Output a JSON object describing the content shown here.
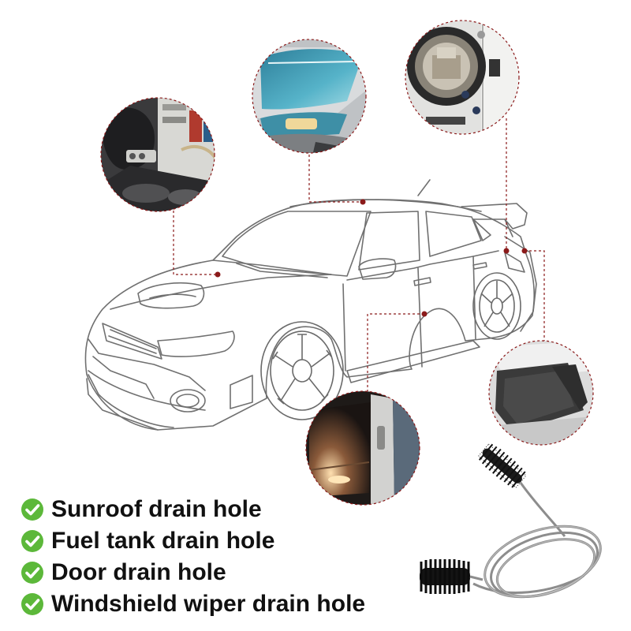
{
  "features": [
    {
      "label": "Sunroof drain hole"
    },
    {
      "label": "Fuel tank drain hole"
    },
    {
      "label": "Door drain hole"
    },
    {
      "label": "Windshield wiper drain hole"
    }
  ],
  "colors": {
    "check": "#5cb83a",
    "leader": "#8b1a1a",
    "outline": "#6a6a6a"
  },
  "icons": {
    "bullet": "check-circle-icon",
    "product": "drain-cleaning-brush"
  }
}
